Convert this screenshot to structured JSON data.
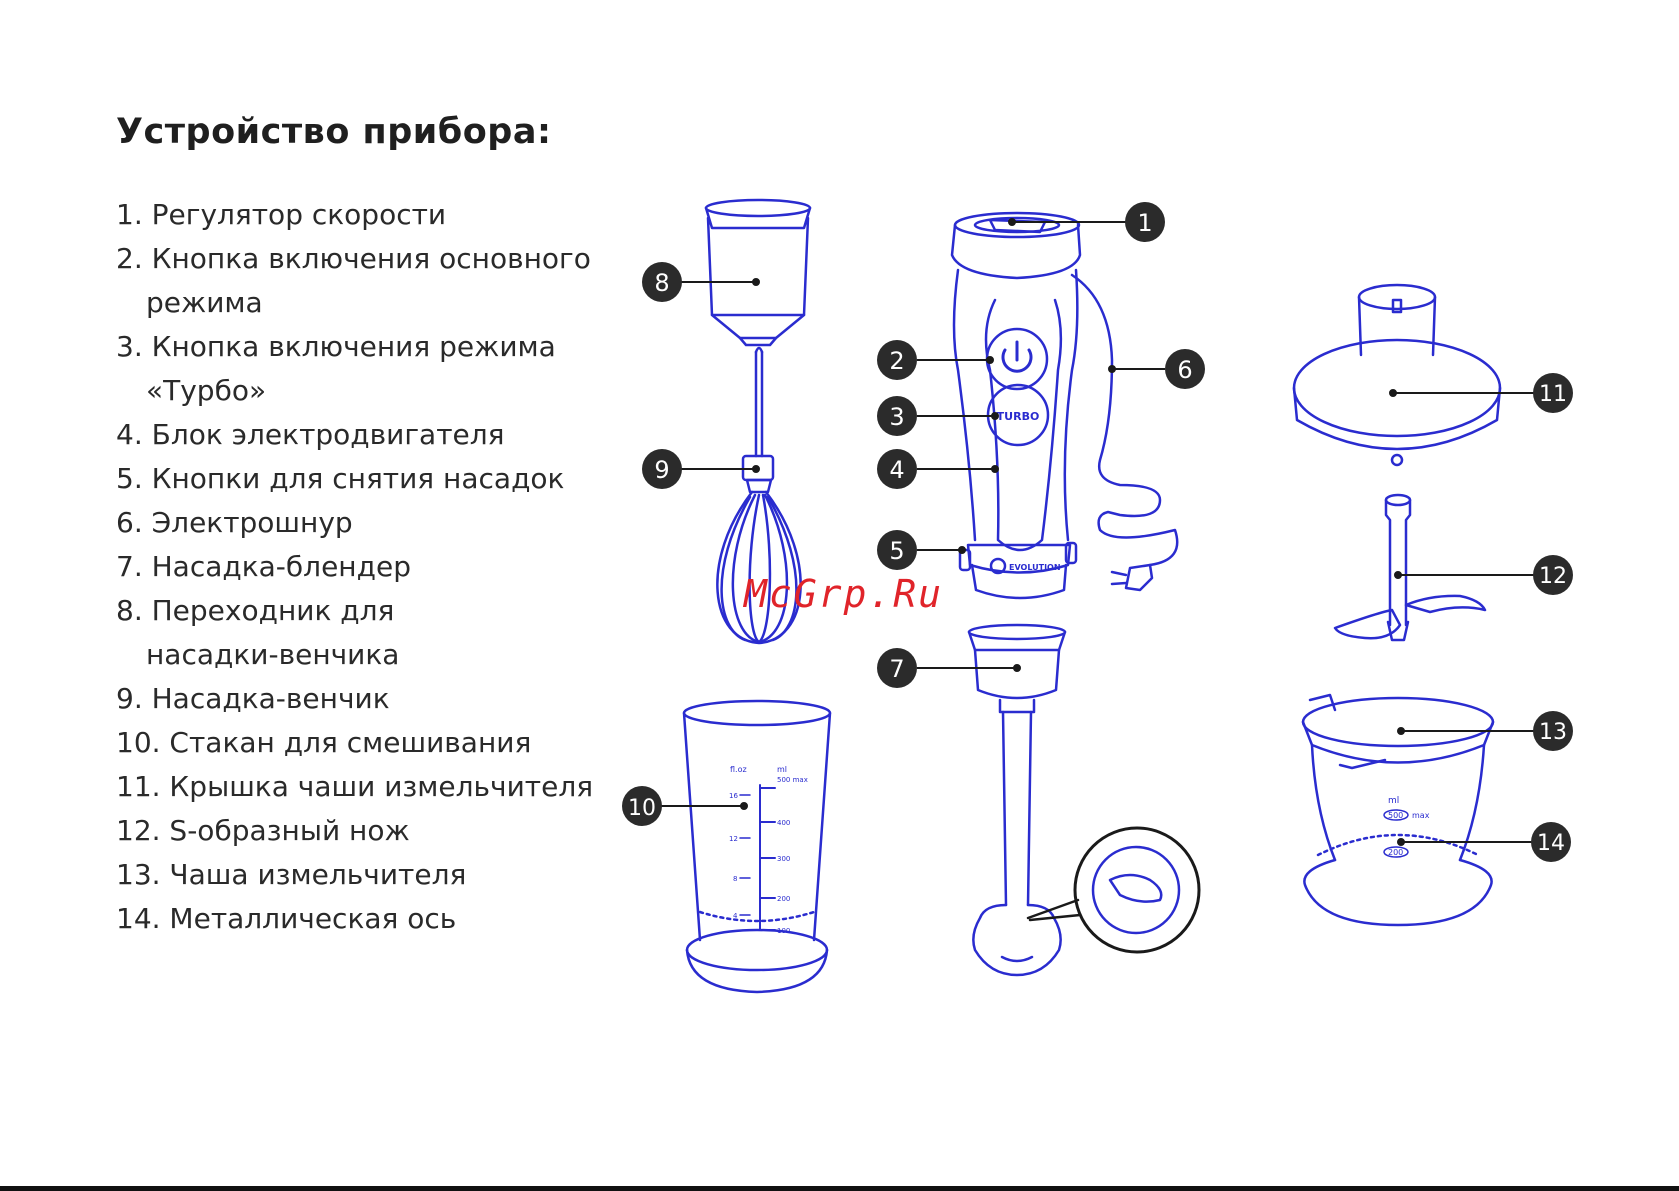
{
  "title": "Устройство прибора:",
  "parts": [
    {
      "line1": "1. Регулятор скорости",
      "line2": ""
    },
    {
      "line1": "2. Кнопка включения основного",
      "line2": "режима"
    },
    {
      "line1": "3. Кнопка включения режима",
      "line2": "«Турбо»"
    },
    {
      "line1": "4. Блок электродвигателя",
      "line2": ""
    },
    {
      "line1": "5. Кнопки для снятия насадок",
      "line2": ""
    },
    {
      "line1": "6. Электрошнур",
      "line2": ""
    },
    {
      "line1": "7. Насадка-блендер",
      "line2": ""
    },
    {
      "line1": "8. Переходник для",
      "line2": "насадки-венчика"
    },
    {
      "line1": "9. Насадка-венчик",
      "line2": ""
    },
    {
      "line1": "10. Стакан для смешивания",
      "line2": ""
    },
    {
      "line1": "11. Крышка чаши измельчителя",
      "line2": ""
    },
    {
      "line1": "12. S-образный нож",
      "line2": ""
    },
    {
      "line1": "13. Чаша измельчителя",
      "line2": ""
    },
    {
      "line1": "14. Металлическая ось",
      "line2": ""
    }
  ],
  "callouts": [
    "1",
    "2",
    "3",
    "4",
    "5",
    "6",
    "7",
    "8",
    "9",
    "10",
    "11",
    "12",
    "13",
    "14"
  ],
  "device_labels": {
    "turbo": "TURBO",
    "brand": "EVOLUTION",
    "cup_floz": "fl.oz",
    "cup_ml": "ml",
    "cup_ticks_ml": [
      "500 max",
      "400",
      "300",
      "200",
      "100"
    ],
    "cup_ticks_oz": [
      "16",
      "12",
      "8",
      "4"
    ],
    "bowl_ml": "ml",
    "bowl_500": "500",
    "bowl_max": "max",
    "bowl_200": "200"
  },
  "watermark": "McGrp.Ru",
  "colors": {
    "outline": "#2a2ccf",
    "badge": "#2b2b2b",
    "leader": "#1a1a1a",
    "watermark": "#e0242a"
  }
}
